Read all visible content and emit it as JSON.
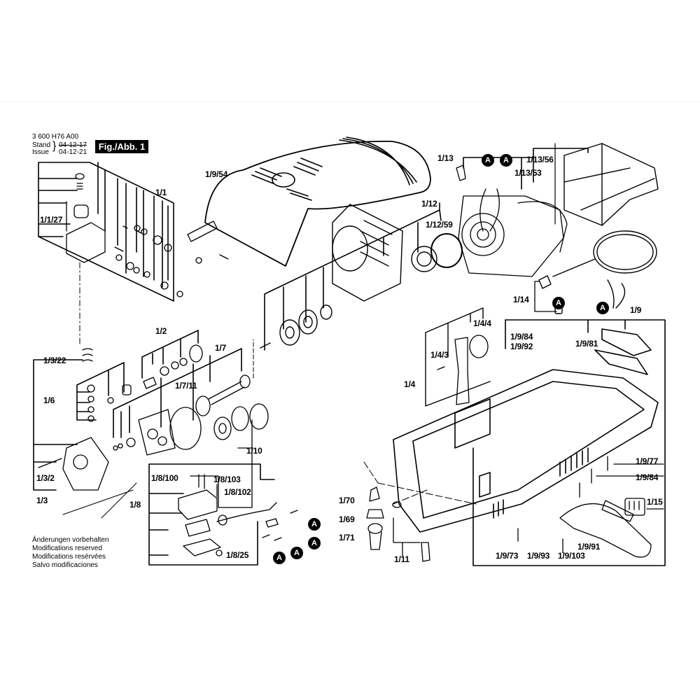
{
  "header": {
    "document_number": "3 600 H76 A00",
    "stand_label": "Stand",
    "issue_label": "Issue",
    "stand_date": "04-12-17",
    "issue_date": "04-12-21",
    "figure_label": "Fig./Abb. 1"
  },
  "notes": [
    "Änderungen vorbehalten",
    "Modifications reserved",
    "Modifications resérvées",
    "Salvo modificaciones"
  ],
  "connector_marker": "A",
  "part_labels": {
    "p1_1": "1/1",
    "p1_1_27": "1/1/27",
    "p1_9_54": "1/9/54",
    "p1_12": "1/12",
    "p1_12_59": "1/12/59",
    "p1_13": "1/13",
    "p1_13_56": "1/13/56",
    "p1_13_53": "1/13/53",
    "p1_14": "1/14",
    "p1_9": "1/9",
    "p1_4_4": "1/4/4",
    "p1_4_3": "1/4/3",
    "p1_4": "1/4",
    "p1_9_84a": "1/9/84",
    "p1_9_92": "1/9/92",
    "p1_9_81": "1/9/81",
    "p1_2": "1/2",
    "p1_7": "1/7",
    "p1_7_11": "1/7/11",
    "p1_3_22": "1/3/22",
    "p1_6": "1/6",
    "p1_10": "1/10",
    "p1_3_2": "1/3/2",
    "p1_3": "1/3",
    "p1_8_100": "1/8/100",
    "p1_8_103": "1/8/103",
    "p1_8_102": "1/8/102",
    "p1_8": "1/8",
    "p1_8_25": "1/8/25",
    "p1_70": "1/70",
    "p1_69": "1/69",
    "p1_71": "1/71",
    "p1_11": "1/11",
    "p1_9_77": "1/9/77",
    "p1_9_84b": "1/9/84",
    "p1_15": "1/15",
    "p1_9_73": "1/9/73",
    "p1_9_93": "1/9/93",
    "p1_9_103": "1/9/103",
    "p1_9_91": "1/9/91"
  }
}
